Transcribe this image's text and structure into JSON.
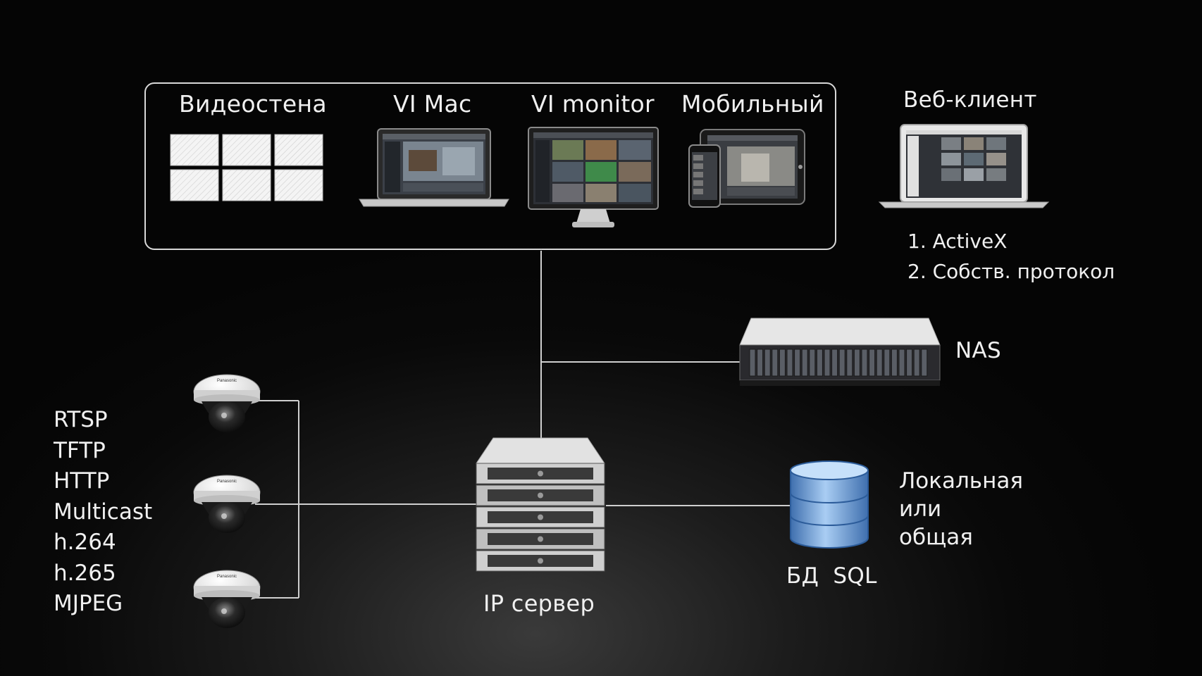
{
  "clients": {
    "videowall_label": "Видеостена",
    "mac_label": "VI Mac",
    "monitor_label": "VI monitor",
    "mobile_label": "Мобильный"
  },
  "web_client": {
    "label": "Веб-клиент",
    "methods": [
      "1. ActiveX",
      "2. Собств. протокол"
    ]
  },
  "nas": {
    "label": "NAS"
  },
  "server": {
    "label": "IP сервер"
  },
  "database": {
    "label": "БД  SQL",
    "description": [
      "Локальная",
      "или",
      "общая"
    ]
  },
  "protocols": [
    "RTSP",
    "TFTP",
    "HTTP",
    "Multicast",
    "h.264",
    "h.265",
    "MJPEG"
  ],
  "colors": {
    "background": "#050505",
    "line": "#cfcfcf",
    "text": "#f0f0f0",
    "database": "#6f9fd8"
  },
  "icons": {
    "videowall": "video-wall-grid-icon",
    "mac": "laptop-icon",
    "monitor": "desktop-monitor-icon",
    "mobile": "phone-tablet-icon",
    "web_client": "laptop-browser-icon",
    "nas": "rack-storage-icon",
    "server": "rack-server-icon",
    "database": "database-cylinder-icon",
    "camera": "dome-camera-icon"
  }
}
